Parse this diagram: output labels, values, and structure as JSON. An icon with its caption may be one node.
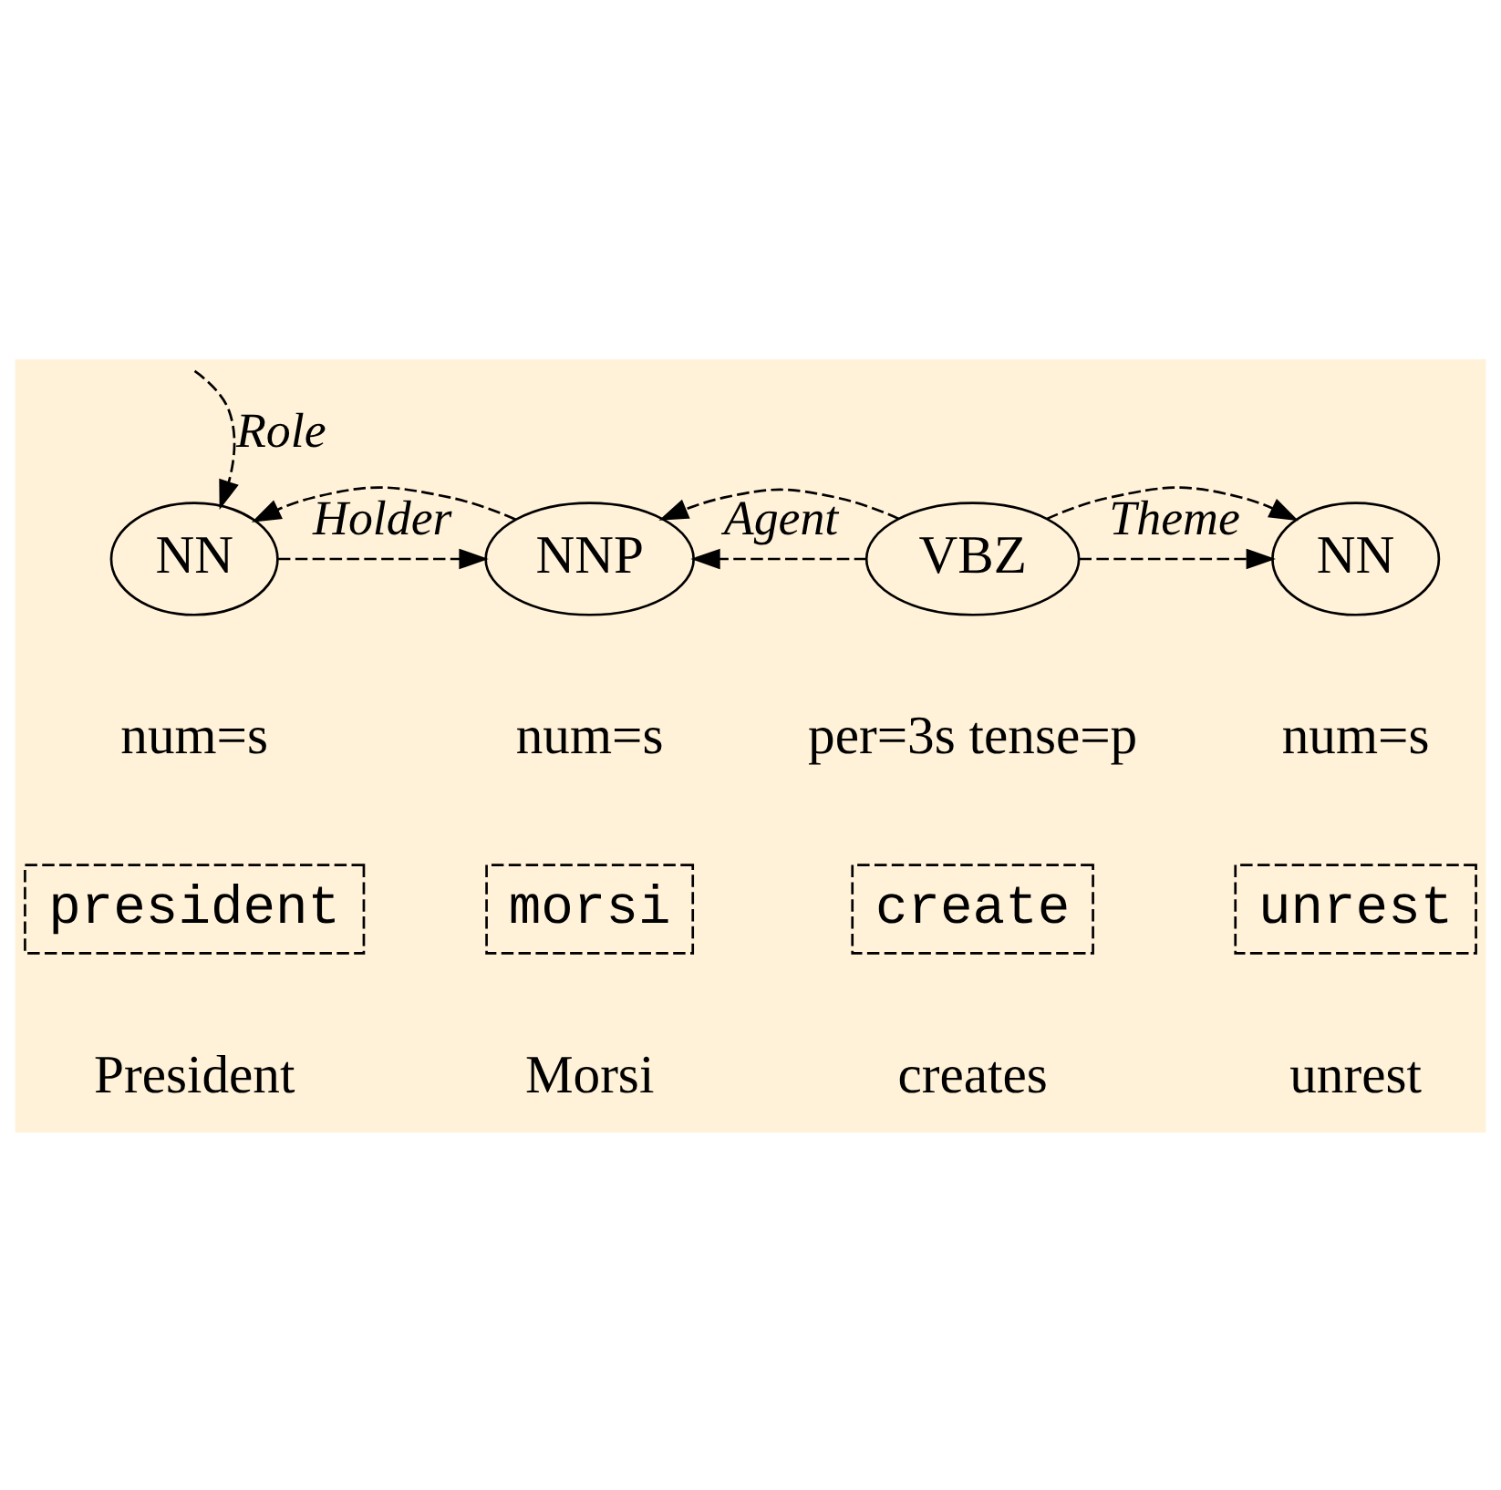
{
  "diagram": {
    "nodes": [
      {
        "text": [
          "NN"
        ],
        "beside": [
          "num=s"
        ]
      },
      {
        "text": [
          "NNP"
        ],
        "beside": [
          "num=s"
        ]
      },
      {
        "text": [
          "VBZ"
        ],
        "beside": [
          "per=3s tense=p"
        ]
      },
      {
        "text": [
          "NN"
        ],
        "beside": [
          "num=s"
        ]
      },
      {
        "text": [
          "president"
        ]
      },
      {
        "text": [
          "morsi"
        ]
      },
      {
        "text": [
          "create"
        ]
      },
      {
        "text": [
          "unrest"
        ]
      }
    ],
    "edges": [
      {
        "from": null,
        "to": 0,
        "arrow": "to",
        "label": "Role",
        "style": "dashed"
      },
      {
        "from": 0,
        "to": 1,
        "arrow": "to",
        "label": "Holder",
        "style": "dashed"
      },
      {
        "from": 2,
        "to": 1,
        "arrow": "to",
        "label": "Agent",
        "style": "dashed"
      },
      {
        "from": 2,
        "to": 3,
        "arrow": "to",
        "label": "Theme",
        "style": "dashed"
      },
      {
        "from": 1,
        "to": 0,
        "arrow": "to",
        "style": "dashed"
      },
      {
        "from": 2,
        "to": 1,
        "arrow": "to",
        "style": "dashed"
      },
      {
        "from": 2,
        "to": 3,
        "arrow": "to",
        "style": "dashed"
      }
    ],
    "labels": [
      "President",
      "Morsi",
      "creates",
      "unrest"
    ]
  }
}
